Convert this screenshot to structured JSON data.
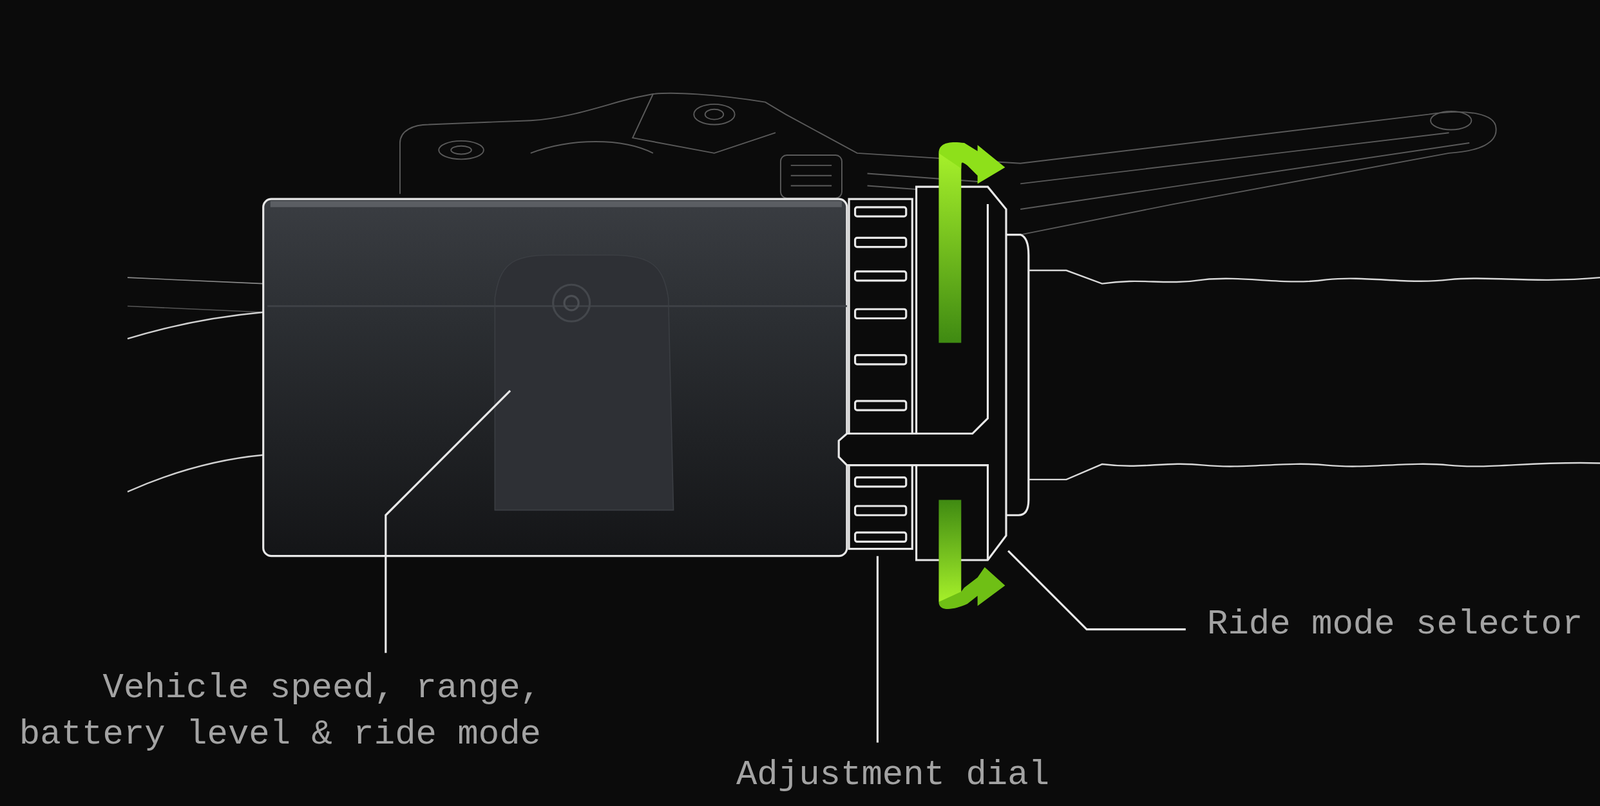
{
  "diagram": {
    "labels": [
      "Vehicle speed, range, battery level & ride mode",
      "Adjustment dial",
      "Ride mode selector"
    ]
  }
}
